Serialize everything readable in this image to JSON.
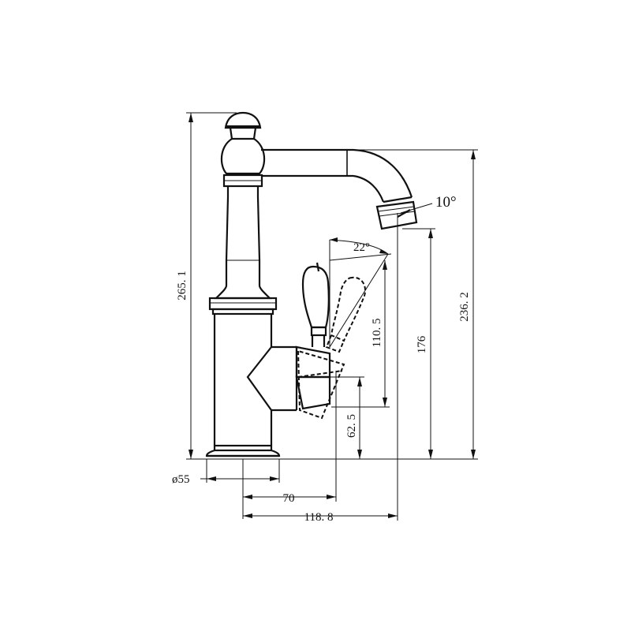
{
  "dimensions": {
    "total_height": "265. 1",
    "spout_height": "236. 2",
    "outlet_height": "176",
    "handle_height": "110. 5",
    "body_outlet_height": "62. 5",
    "base_diameter": "ø55",
    "handle_reach": "70",
    "spout_reach": "118. 8",
    "handle_angle": "22°",
    "aerator_angle": "10°"
  }
}
